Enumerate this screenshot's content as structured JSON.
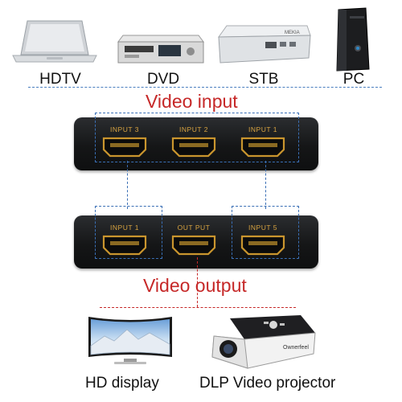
{
  "sources": [
    {
      "label": "HDTV",
      "icon": "laptop-icon"
    },
    {
      "label": "DVD",
      "icon": "dvd-player-icon"
    },
    {
      "label": "STB",
      "icon": "set-top-box-icon"
    },
    {
      "label": "PC",
      "icon": "desktop-tower-icon"
    }
  ],
  "stb_brand": "MEKIA",
  "video_input_title": "Video input",
  "video_output_title": "Video output",
  "switch_top": {
    "ports": [
      "INPUT 3",
      "INPUT 2",
      "INPUT 1"
    ]
  },
  "switch_bottom": {
    "ports": [
      "INPUT 1",
      "OUT PUT",
      "INPUT 5"
    ]
  },
  "outputs": [
    {
      "label": "HD display",
      "icon": "tv-display-icon"
    },
    {
      "label": "DLP Video projector",
      "icon": "projector-icon"
    }
  ],
  "projector_brand": "Ownerfeel",
  "colors": {
    "accent_red": "#c62828",
    "dash_blue": "#3a6fb5",
    "port_label_gold": "#d9a441",
    "device_black": "#151617"
  }
}
